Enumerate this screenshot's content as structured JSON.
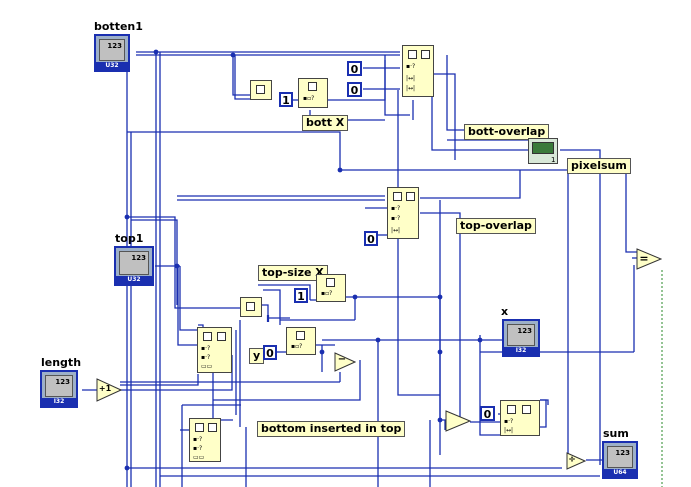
{
  "labels": {
    "botten1": "botten1",
    "top1": "top1",
    "length": "length",
    "x": "x",
    "sum": "sum",
    "bott_x": "bott X",
    "bott_overlap": "bott-overlap",
    "pixelsum": "pixelsum",
    "top_overlap": "top-overlap",
    "top_size_x": "top-size X",
    "bottom_inserted_in_top": "bottom inserted in top",
    "y": "y"
  },
  "controls": {
    "botten1_value": "123",
    "botten1_dtype": "U32",
    "top1_value": "123",
    "top1_dtype": "U32",
    "length_value": "123",
    "length_dtype": "I32",
    "x_value": "123",
    "x_dtype": "I32",
    "sum_value": "123",
    "sum_dtype": "U64",
    "bott_overlap_value": "1"
  },
  "constants": {
    "c_index_0_a": "0",
    "c_index_0_b": "0",
    "c_one_a": "1",
    "c_zero_top": "0",
    "c_one_b": "1",
    "c_zero_y": "0",
    "c_zero_bottom": "0"
  },
  "operators": {
    "increment": "+1",
    "equal": "=",
    "subtract": "−",
    "divide": "÷"
  }
}
